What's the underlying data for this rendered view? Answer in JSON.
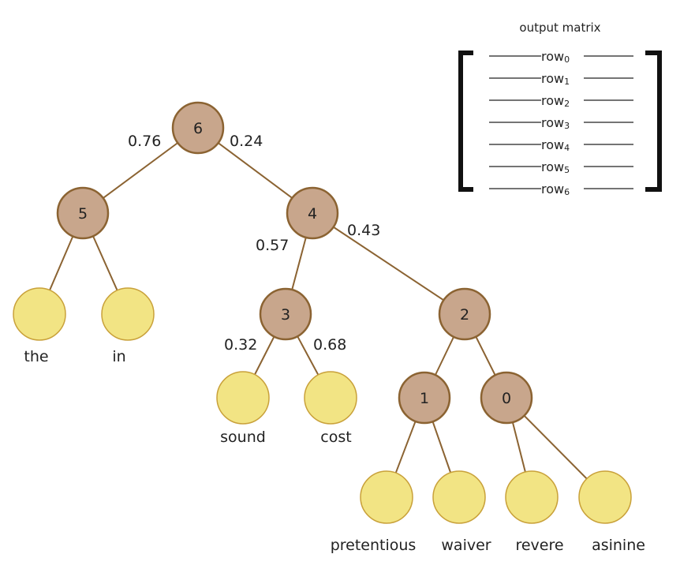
{
  "internal_nodes": [
    {
      "id": "n6",
      "label": "6"
    },
    {
      "id": "n5",
      "label": "5"
    },
    {
      "id": "n4",
      "label": "4"
    },
    {
      "id": "n3",
      "label": "3"
    },
    {
      "id": "n2",
      "label": "2"
    },
    {
      "id": "n1",
      "label": "1"
    },
    {
      "id": "n0",
      "label": "0"
    }
  ],
  "leaves": [
    {
      "id": "l_the",
      "word": "the"
    },
    {
      "id": "l_in",
      "word": "in"
    },
    {
      "id": "l_sound",
      "word": "sound"
    },
    {
      "id": "l_cost",
      "word": "cost"
    },
    {
      "id": "l_pretentious",
      "word": "pretentious"
    },
    {
      "id": "l_waiver",
      "word": "waiver"
    },
    {
      "id": "l_revere",
      "word": "revere"
    },
    {
      "id": "l_asinine",
      "word": "asinine"
    }
  ],
  "edge_weights": {
    "n6_n5": "0.76",
    "n6_n4": "0.24",
    "n4_n3": "0.57",
    "n4_n2": "0.43",
    "n3_sound": "0.32",
    "n3_cost": "0.68"
  },
  "matrix": {
    "title": "output matrix",
    "rows": [
      {
        "base": "row",
        "sub": "0"
      },
      {
        "base": "row",
        "sub": "1"
      },
      {
        "base": "row",
        "sub": "2"
      },
      {
        "base": "row",
        "sub": "3"
      },
      {
        "base": "row",
        "sub": "4"
      },
      {
        "base": "row",
        "sub": "5"
      },
      {
        "base": "row",
        "sub": "6"
      }
    ]
  }
}
